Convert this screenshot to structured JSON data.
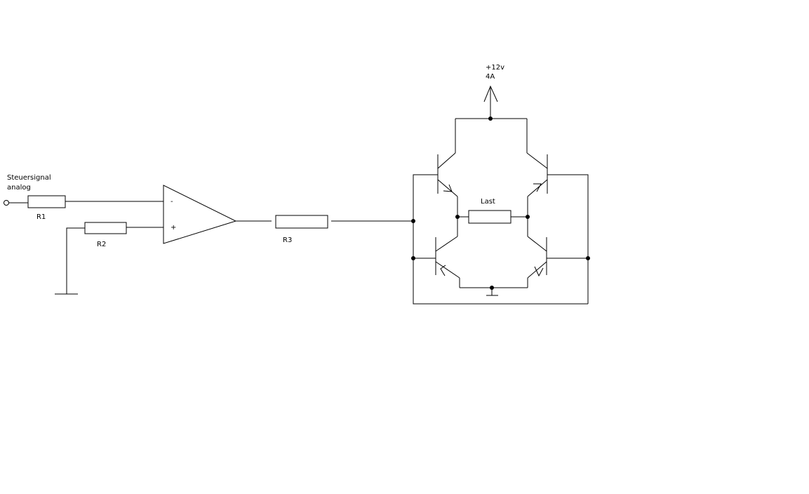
{
  "labels": {
    "input_signal_line1": "Steuersignal",
    "input_signal_line2": "analog",
    "r1": "R1",
    "r2": "R2",
    "r3": "R3",
    "opamp_minus": "-",
    "opamp_plus": "+",
    "supply_voltage": "+12v",
    "supply_current": "4A",
    "load": "Last"
  }
}
